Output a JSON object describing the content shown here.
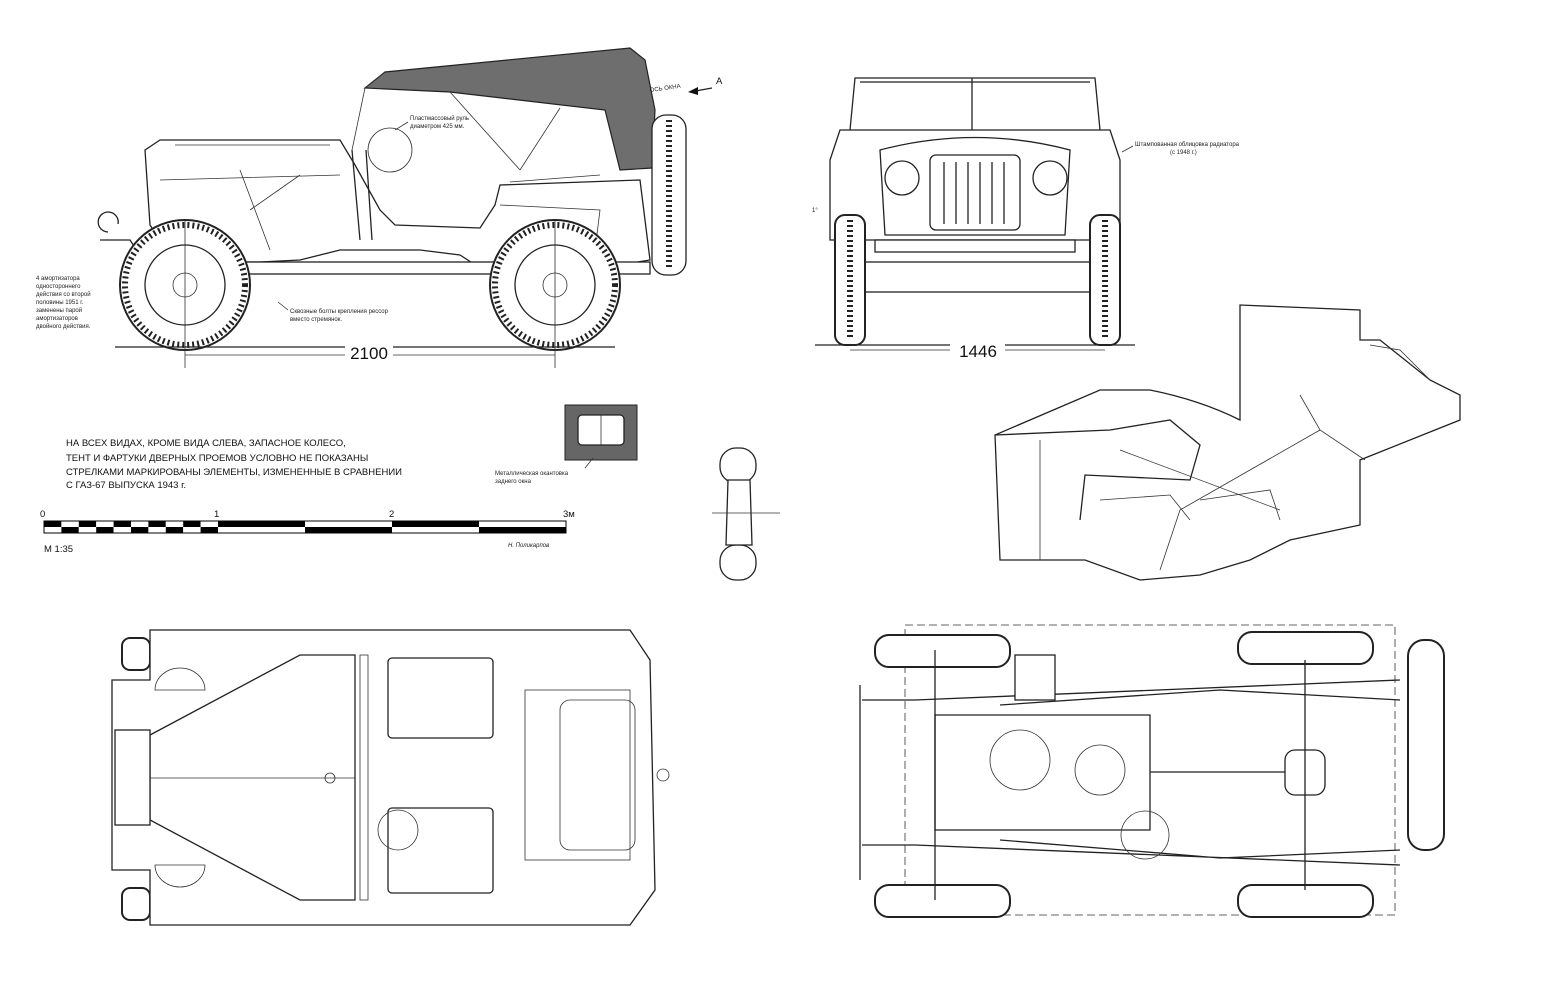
{
  "side_view": {
    "tent_note": [
      "Пластмассовый руль",
      "диаметром 425 мм."
    ],
    "window_axis": "ОСЬ ОКНА",
    "view_arrow": "A",
    "shock_note": [
      "4 амортизатора",
      "одностороннего",
      "действия со второй",
      "половины 1951 г.",
      "заменены парой",
      "амортизаторов",
      "двойного действия."
    ],
    "bolts_note": [
      "Сквозные болты крепления рессор",
      "вместо стремянок."
    ],
    "wheelbase": "2100"
  },
  "front_view": {
    "grille_note": [
      "Штампованная облицовка радиатора",
      "(с 1948 г.)"
    ],
    "track": "1446",
    "angle": "1°"
  },
  "window_detail": {
    "note": [
      "Металлическая окантовка",
      "заднего окна"
    ]
  },
  "general_notes": [
    "НА ВСЕХ ВИДАХ, КРОМЕ ВИДА СЛЕВА, ЗАПАСНОЕ КОЛЕСО,",
    "ТЕНТ И ФАРТУКИ ДВЕРНЫХ ПРОЕМОВ  УСЛОВНО НЕ ПОКАЗАНЫ",
    "СТРЕЛКАМИ МАРКИРОВАНЫ ЭЛЕМЕНТЫ, ИЗМЕНЕННЫЕ В СРАВНЕНИИ",
    "С ГАЗ-67 ВЫПУСКА 1943 г."
  ],
  "scale_bar": {
    "ticks": [
      "0",
      "1",
      "2",
      "3м"
    ],
    "scale": "М 1:35",
    "author": "Н. Поликарпов"
  }
}
